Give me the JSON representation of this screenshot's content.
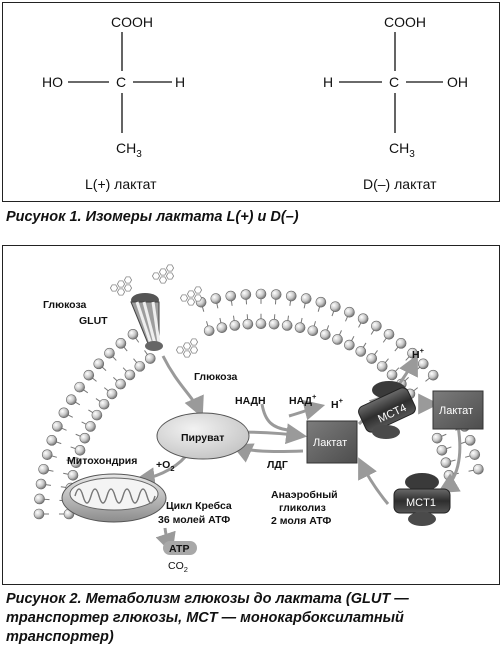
{
  "figure1": {
    "left_molecule": {
      "top": "COOH",
      "left": "HO",
      "center": "C",
      "right": "H",
      "bottom": "CH",
      "bottom_sub": "3",
      "name": "L(+) лактат"
    },
    "right_molecule": {
      "top": "COOH",
      "left": "H",
      "center": "C",
      "right": "OH",
      "bottom": "CH",
      "bottom_sub": "3",
      "name": "D(–) лактат"
    },
    "caption": "Рисунок 1. Изомеры лактата L(+) и D(–)"
  },
  "figure2": {
    "labels": {
      "glucose_top": "Глюкоза",
      "glut": "GLUT",
      "glucose_mid": "Глюкоза",
      "pyruvate": "Пируват",
      "mitochondria": "Митохондрия",
      "o2": "+O",
      "o2_sub": "2",
      "krebs_1": "Цикл Кребса",
      "krebs_2": "36 молей АТФ",
      "atp": "АТР",
      "co2": "CO",
      "co2_sub": "2",
      "nadh": "НАДН",
      "nad": "НАД",
      "nad_sup": "+",
      "ldg": "ЛДГ",
      "lactate_inner": "Лактат",
      "lactate_outer": "Лактат",
      "h_plus_1": "H",
      "h_plus_2": "H",
      "h_sup": "+",
      "mct4": "MCT4",
      "mct1": "MCT1",
      "anaerobic_1": "Анаэробный",
      "anaerobic_2": "гликолиз",
      "anaerobic_3": "2 моля АТФ"
    },
    "caption": "Рисунок 2. Метаболизм глюкозы до лактата (GLUT — транспортер глюкозы, MCT — монокарбоксилатный транспортер)"
  }
}
